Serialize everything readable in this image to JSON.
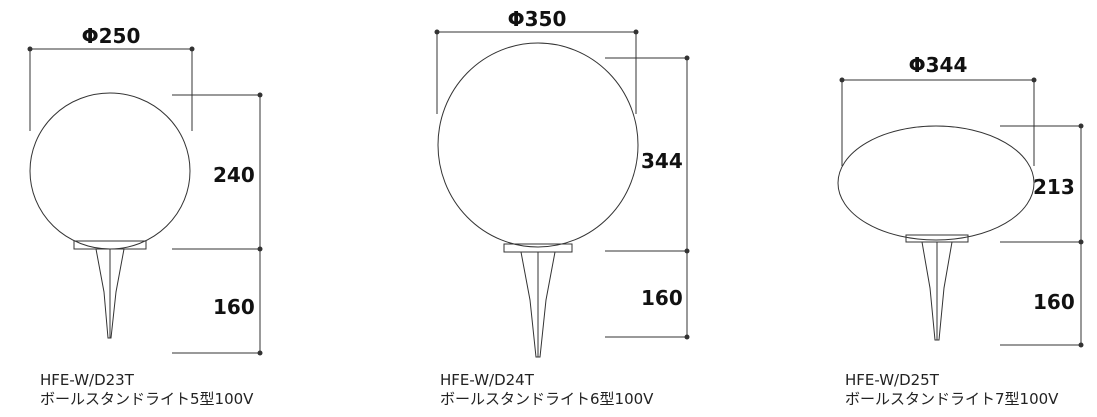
{
  "colors": {
    "line": "#333333",
    "background": "#ffffff",
    "text": "#222222"
  },
  "products": [
    {
      "model": "HFE-W/D23T",
      "name": "ボールスタンドライト5型100V",
      "diameter": "Φ250",
      "height": "240",
      "spike": "160"
    },
    {
      "model": "HFE-W/D24T",
      "name": "ボールスタンドライト6型100V",
      "diameter": "Φ350",
      "height": "344",
      "spike": "160"
    },
    {
      "model": "HFE-W/D25T",
      "name": "ボールスタンドライト7型100V",
      "diameter": "Φ344",
      "height": "213",
      "spike": "160"
    }
  ]
}
